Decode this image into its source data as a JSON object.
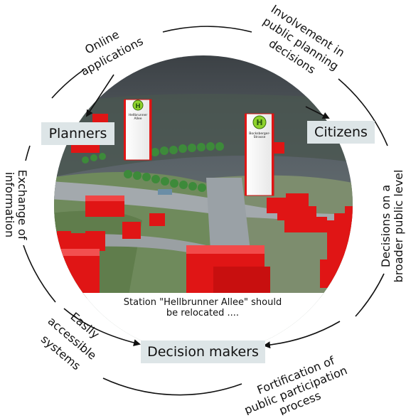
{
  "roles": {
    "planners": "Planners",
    "citizens": "Citizens",
    "decision_makers": "Decision makers"
  },
  "cycle_labels": {
    "online_applications": [
      "Online",
      "applications"
    ],
    "involvement": [
      "Involvement in",
      "public planning",
      "decisions"
    ],
    "exchange": [
      "Exchange of",
      "information"
    ],
    "decisions_broader": [
      "Decisions on a",
      "broader public level"
    ],
    "easily_accessible": [
      "Easily",
      "accessible",
      "systems"
    ],
    "fortification": [
      "Fortification of",
      "public participation",
      "process"
    ]
  },
  "scene": {
    "sign_left_name": [
      "Hellbrunner",
      "Allee"
    ],
    "sign_right_name": [
      "Bocksberger-",
      "Strasse"
    ],
    "bus_stop_symbol": "H",
    "caption_lines": [
      "Station \"Hellbrunner Allee\" should",
      "be relocated ...."
    ]
  },
  "colors": {
    "buildings": "#e01515",
    "role_box": "#dde5e7",
    "sign_green": "#8ed22c"
  }
}
